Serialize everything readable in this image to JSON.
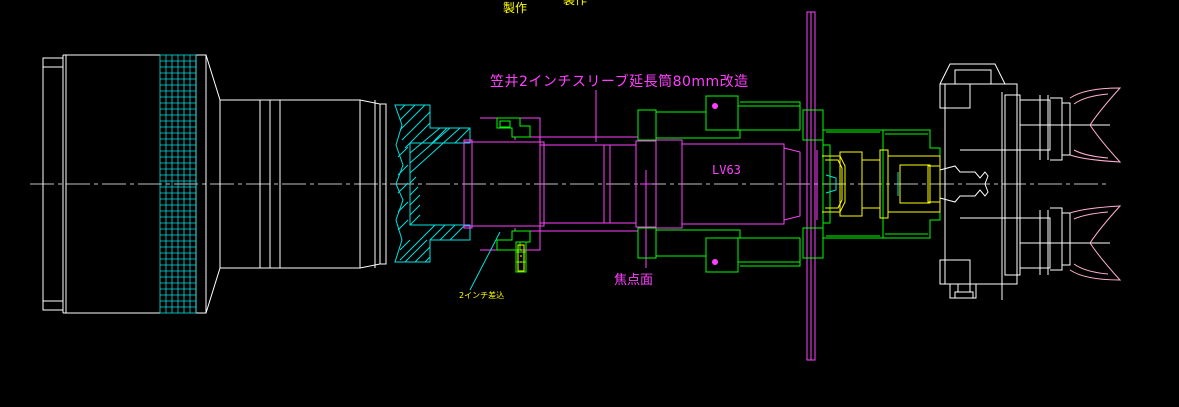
{
  "labels": {
    "made": "製作",
    "made_partial": "製作",
    "sleeve_note": "笠井2インチスリーブ延長筒80mm改造",
    "lens_model": "LV63",
    "focal_plane": "焦点面",
    "insert_note": "2インチ差込"
  },
  "colors": {
    "background": "#000000",
    "white_lines": "#ffffff",
    "cyan": "#00e0e0",
    "magenta": "#ff40ff",
    "green": "#00ff00",
    "yellow": "#ffff00",
    "peach": "#ffc890",
    "pink": "#ffb0d0",
    "centerline": "#c0c0c0"
  }
}
